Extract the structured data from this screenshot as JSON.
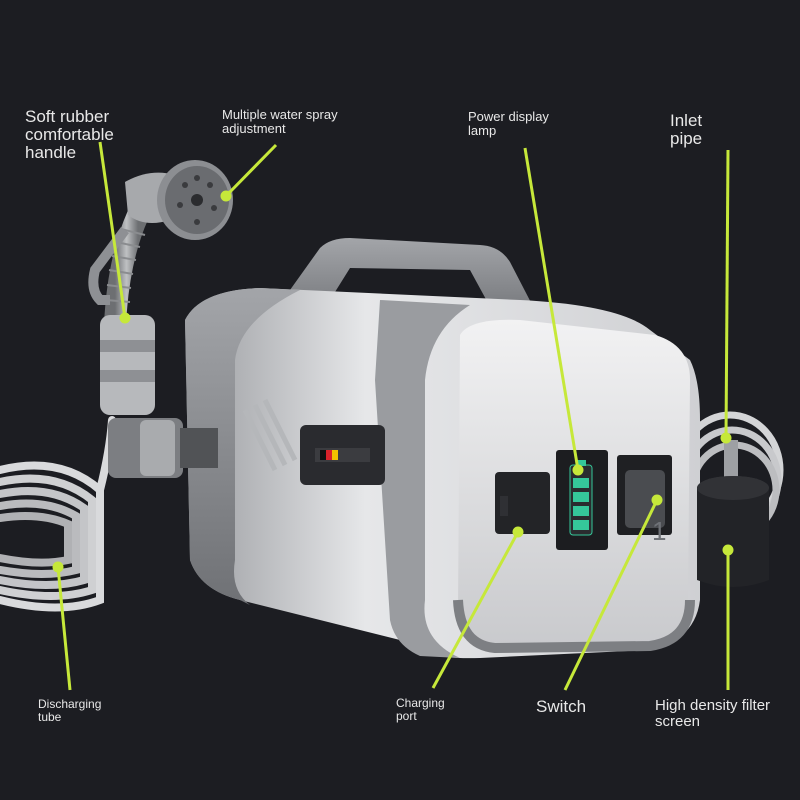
{
  "labels": {
    "handle": "Soft rubber\ncomfortable\nhandle",
    "spray": "Multiple water spray\nadjustment",
    "power_lamp": "Power display\nlamp",
    "inlet": "Inlet\npipe",
    "discharging": "Discharging\ntube",
    "charging": "Charging\nport",
    "switch": "Switch",
    "filter": "High density filter\nscreen"
  },
  "colors": {
    "background": "#1c1d22",
    "callout": "#c6e83a",
    "body_light": "#e2e3e5",
    "body_dark": "#8c8e92",
    "battery_led": "#35c79a"
  }
}
